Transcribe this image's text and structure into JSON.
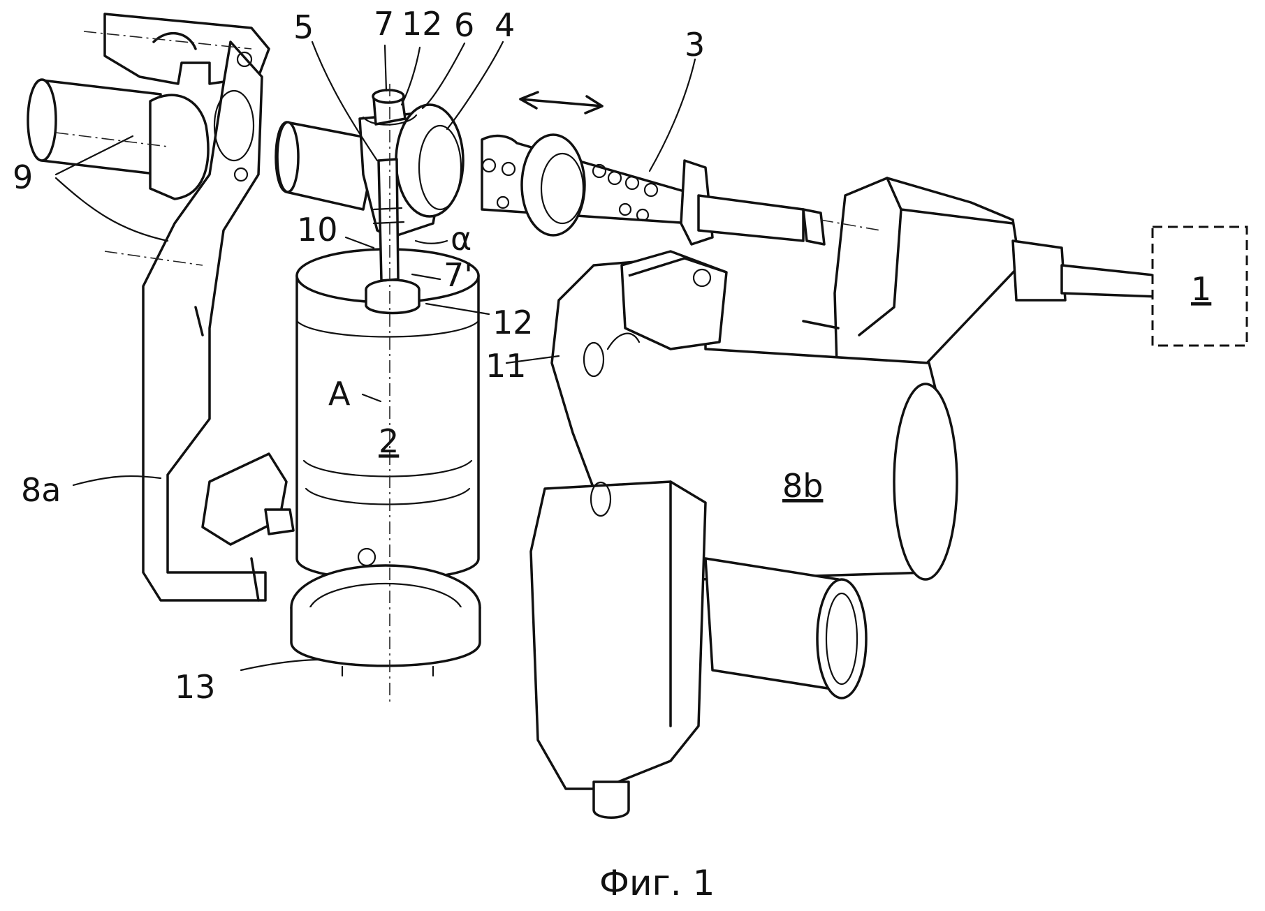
{
  "figure": {
    "caption": "Фиг. 1",
    "labels": {
      "l1": "1",
      "l2": "2",
      "l3": "3",
      "l4": "4",
      "l5": "5",
      "l6": "6",
      "l7": "7",
      "l7p": "7'",
      "l8a": "8a",
      "l8b": "8b",
      "l9": "9",
      "l10": "10",
      "l11": "11",
      "l12a": "12",
      "l12b": "12",
      "l13": "13",
      "lA": "A",
      "lalpha": "α"
    }
  }
}
